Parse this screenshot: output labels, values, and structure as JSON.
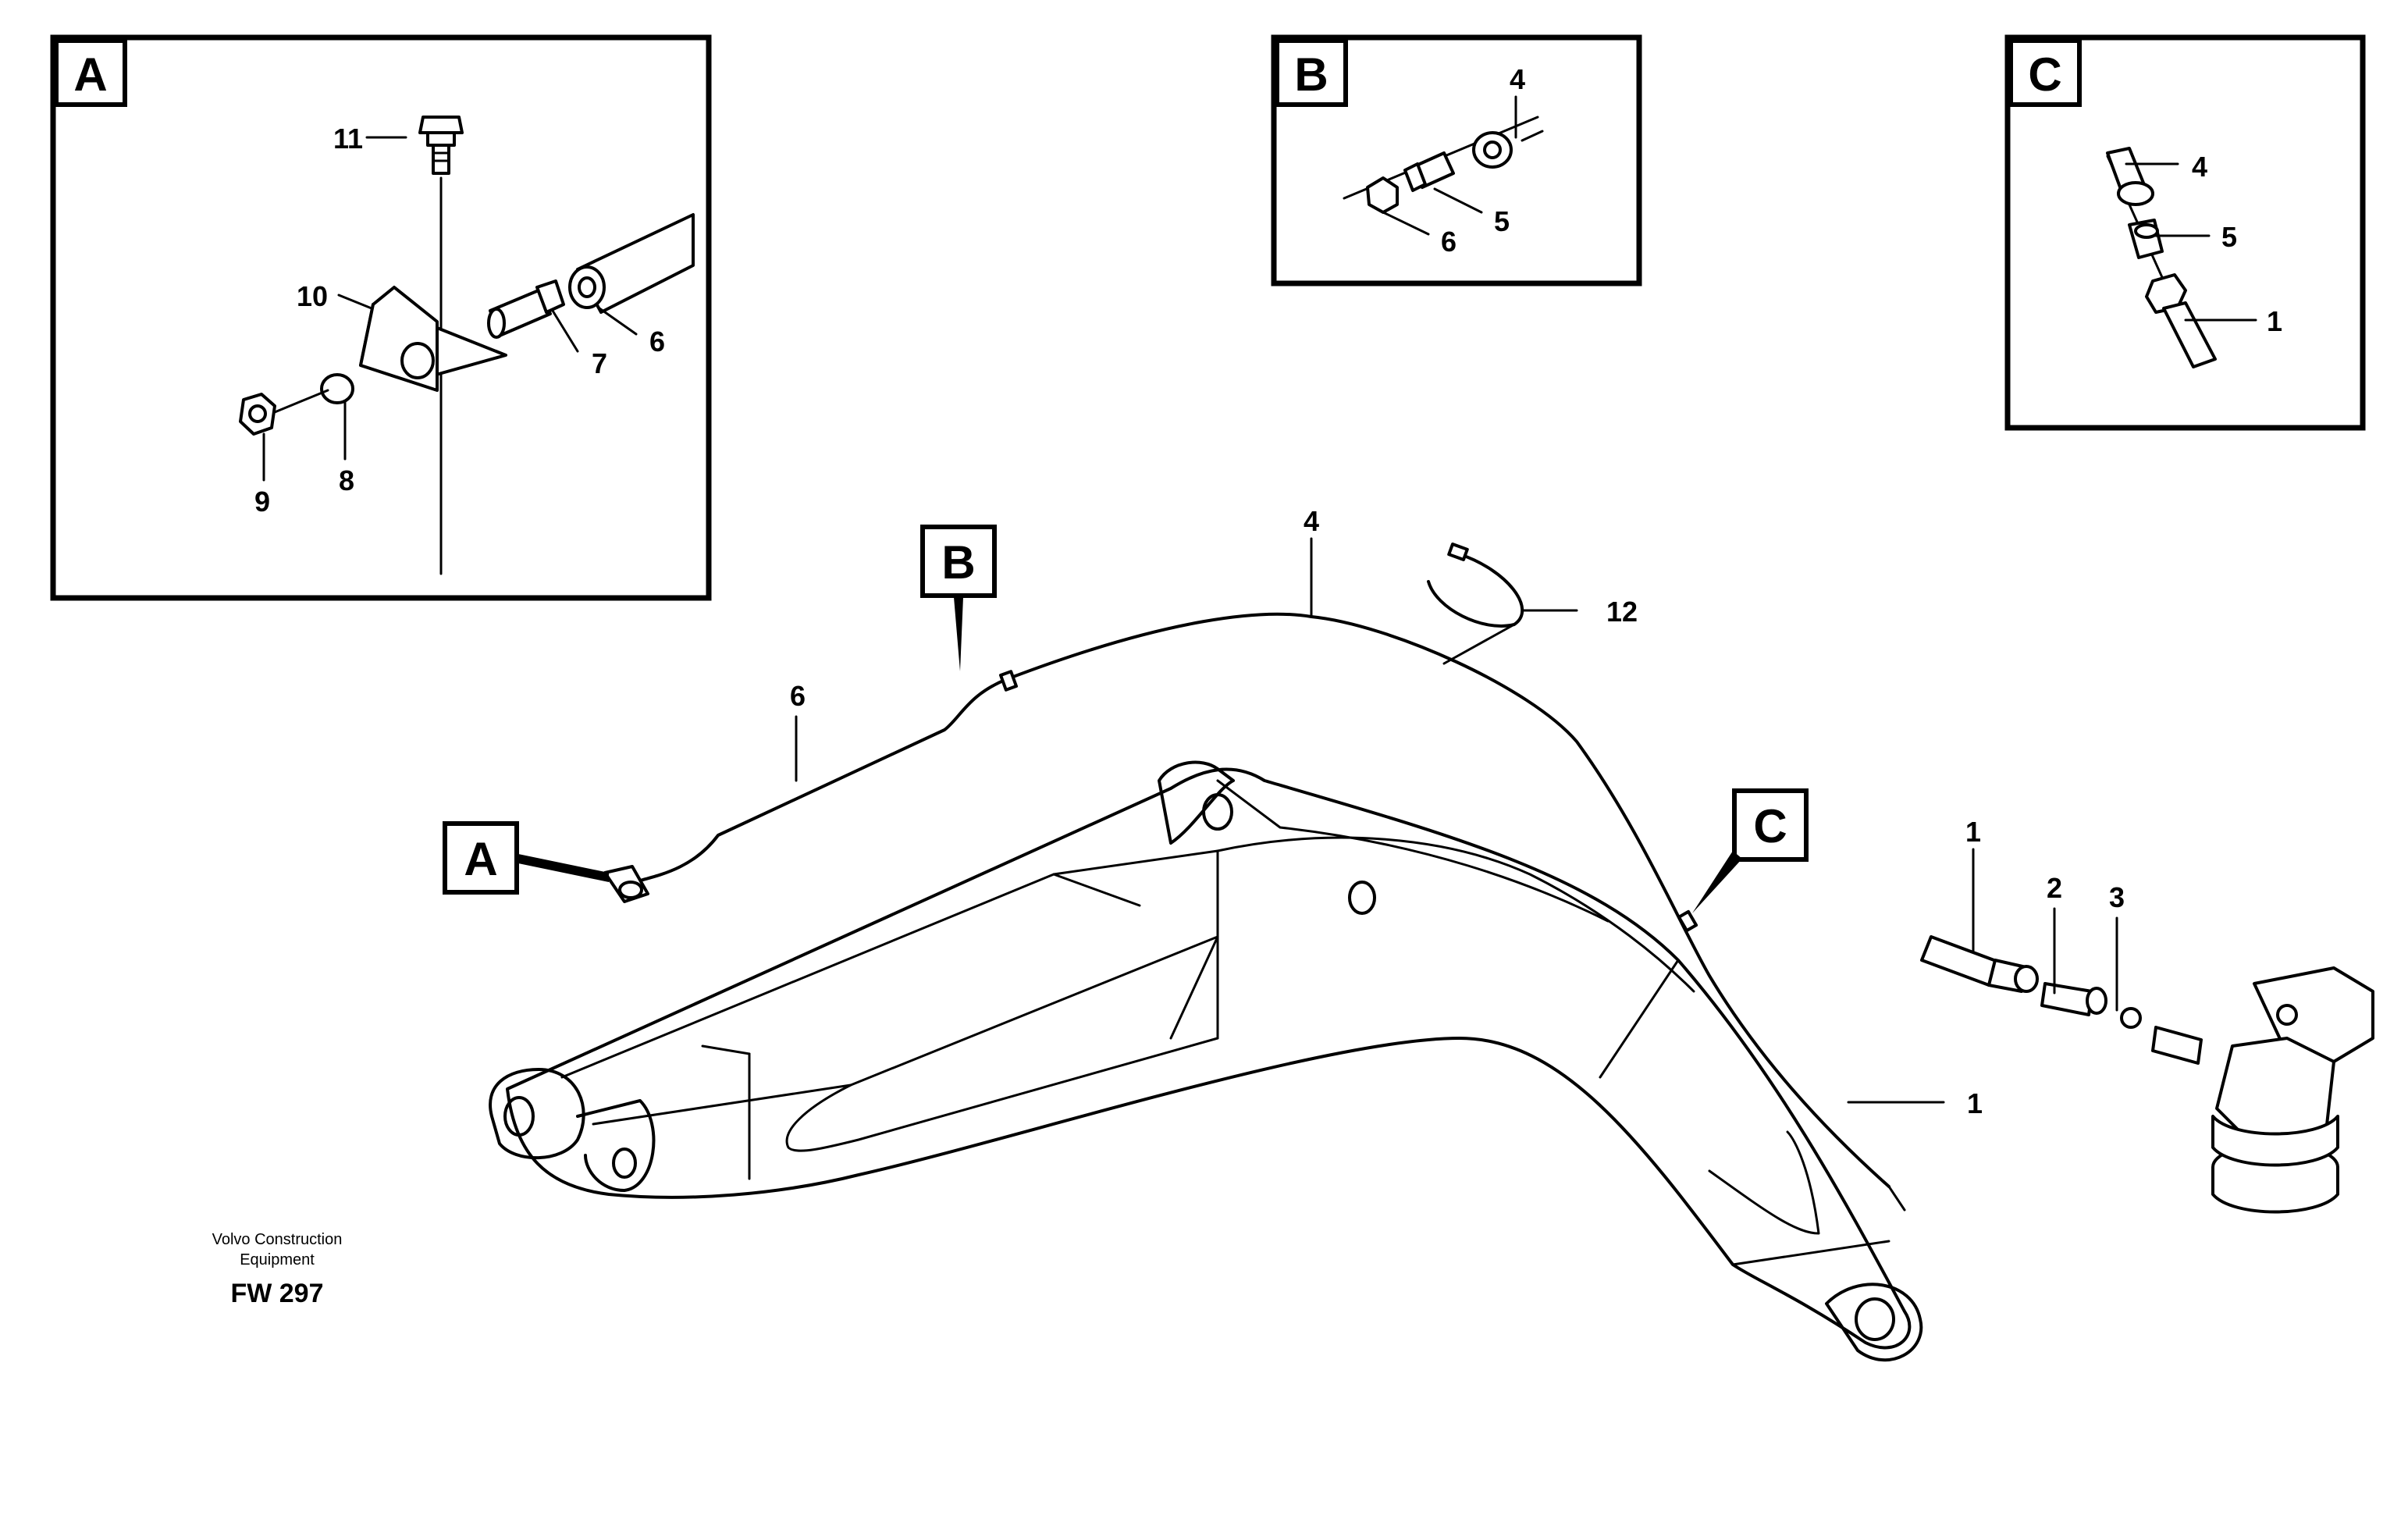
{
  "detail_a": {
    "tag": "A",
    "labels": {
      "p11": "11",
      "p10": "10",
      "p7": "7",
      "p6": "6",
      "p9": "9",
      "p8": "8"
    }
  },
  "detail_b": {
    "tag": "B",
    "labels": {
      "p4": "4",
      "p5": "5",
      "p6": "6"
    }
  },
  "detail_c": {
    "tag": "C",
    "labels": {
      "p4": "4",
      "p5": "5",
      "p1": "1"
    }
  },
  "main": {
    "tag_a": "A",
    "tag_b": "B",
    "tag_c": "C",
    "labels": {
      "p4": "4",
      "p12": "12",
      "p6": "6",
      "p1_boom": "1",
      "p1": "1",
      "p2": "2",
      "p3": "3"
    }
  },
  "footer": {
    "line1": "Volvo Construction",
    "line2": "Equipment",
    "code": "FW 297"
  }
}
